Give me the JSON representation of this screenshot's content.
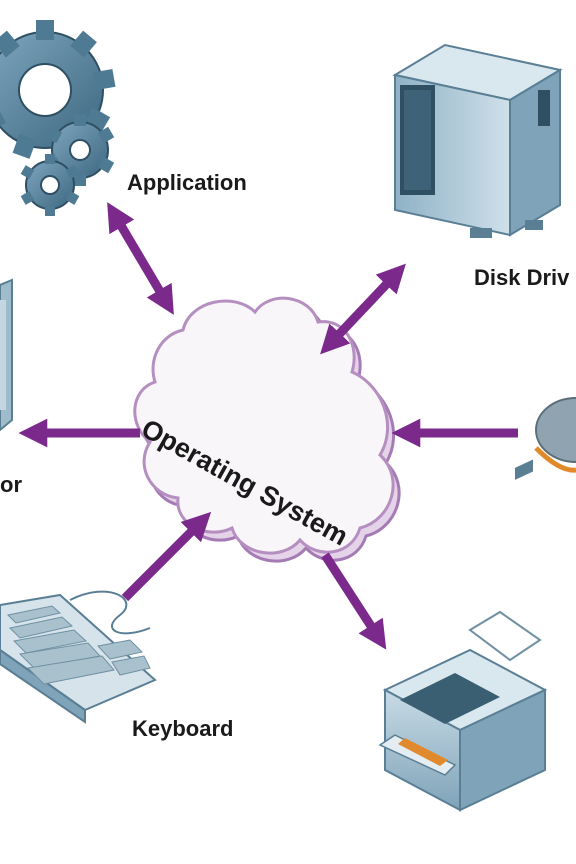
{
  "diagram": {
    "center_label": "Operating System",
    "nodes": {
      "application": "Application",
      "disk_drive": "Disk Driv",
      "monitor": "or",
      "keyboard": "Keyboard"
    }
  },
  "colors": {
    "arrow": "#7b2a8c",
    "cloud_fill": "#f7f3f8",
    "cloud_edge": "#b58fc0",
    "device_blue": "#5f8faa",
    "device_dark": "#2f4f63"
  }
}
